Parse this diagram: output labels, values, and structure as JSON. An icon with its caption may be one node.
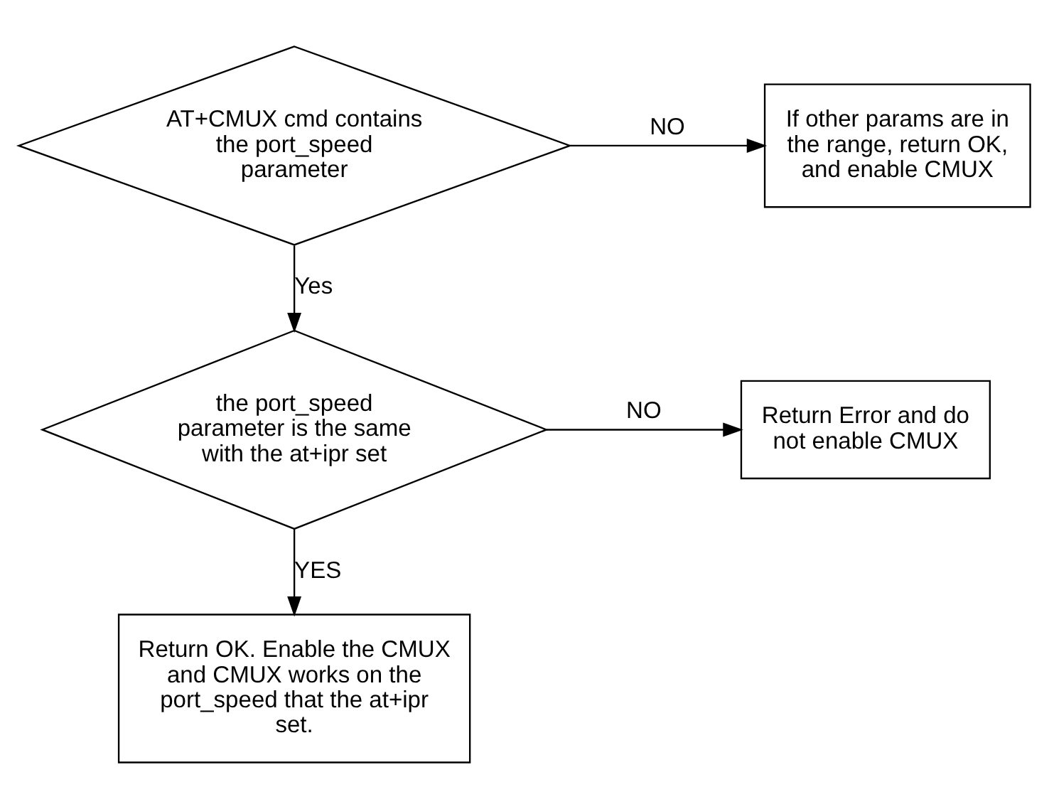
{
  "diagram": {
    "nodes": [
      {
        "text": [
          "AT+CMUX cmd contains the port_speed parameter"
        ]
      },
      {
        "text": [
          "If other params are in the range, return OK, and enable CMUX"
        ]
      },
      {
        "text": [
          "the port_speed parameter is the same with the at+ipr set"
        ]
      },
      {
        "text": [
          "Return Error and do not enable CMUX"
        ]
      },
      {
        "text": [
          "Return OK. Enable the CMUX and CMUX works on the port_speed that the at+ipr set."
        ]
      }
    ],
    "edges": [
      {
        "from": 0,
        "to": 1,
        "arrow": "to",
        "label": "NO"
      },
      {
        "from": 0,
        "to": 2,
        "arrow": "to",
        "label": "Yes"
      },
      {
        "from": 2,
        "to": 3,
        "arrow": "to",
        "label": "NO"
      },
      {
        "from": 2,
        "to": 4,
        "arrow": "to",
        "label": "YES"
      }
    ]
  }
}
